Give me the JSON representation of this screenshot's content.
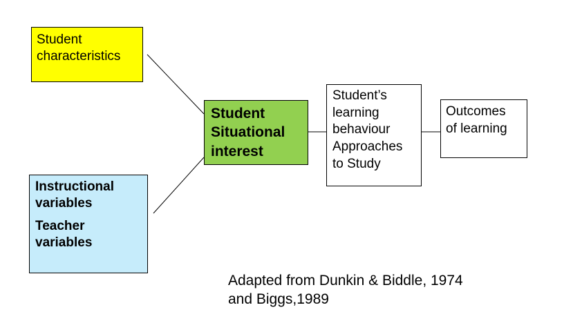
{
  "colors": {
    "student_characteristics": "#ffff00",
    "situational_interest": "#92d050",
    "instructional_variables": "#c6ecfb",
    "plain_box": "#ffffff",
    "border": "#000000",
    "connector": "#000000"
  },
  "nodes": {
    "student_characteristics": {
      "lines": [
        "Student",
        "characteristics"
      ]
    },
    "instructional_teacher": {
      "instructional_lines": [
        "Instructional",
        "variables"
      ],
      "teacher_lines": [
        "Teacher",
        "variables"
      ]
    },
    "situational_interest": {
      "lines": [
        "Student",
        "Situational",
        "interest"
      ]
    },
    "learning_behaviour": {
      "lines": [
        "Student’s",
        "learning",
        "behaviour",
        "Approaches",
        "to Study"
      ]
    },
    "outcomes": {
      "lines": [
        "Outcomes",
        "of learning"
      ]
    }
  },
  "citation": {
    "lines": [
      "Adapted from Dunkin & Biddle, 1974",
      "and Biggs,1989"
    ]
  }
}
